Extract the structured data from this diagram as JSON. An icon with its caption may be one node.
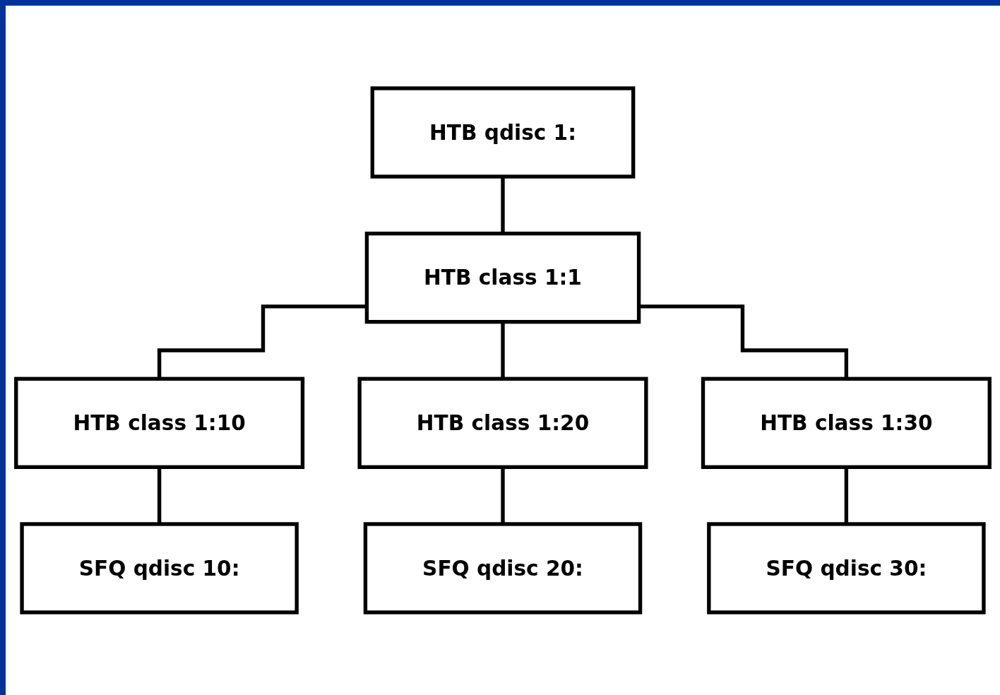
{
  "diagram": {
    "nodes": [
      {
        "text": [
          "HTB qdisc 1:"
        ]
      },
      {
        "text": [
          "HTB class 1:1"
        ]
      },
      {
        "text": [
          "HTB class 1:10"
        ]
      },
      {
        "text": [
          "HTB class 1:20"
        ]
      },
      {
        "text": [
          "HTB class 1:30"
        ]
      },
      {
        "text": [
          "SFQ qdisc 10:"
        ]
      },
      {
        "text": [
          "SFQ qdisc 20:"
        ]
      },
      {
        "text": [
          "SFQ qdisc 30:"
        ]
      }
    ],
    "edges": [
      {
        "from": 0,
        "to": 1,
        "arrow": "none"
      },
      {
        "from": 1,
        "to": 2,
        "arrow": "none"
      },
      {
        "from": 1,
        "to": 3,
        "arrow": "none"
      },
      {
        "from": 1,
        "to": 4,
        "arrow": "none"
      },
      {
        "from": 2,
        "to": 5,
        "arrow": "none"
      },
      {
        "from": 3,
        "to": 6,
        "arrow": "none"
      },
      {
        "from": 4,
        "to": 7,
        "arrow": "none"
      }
    ]
  }
}
